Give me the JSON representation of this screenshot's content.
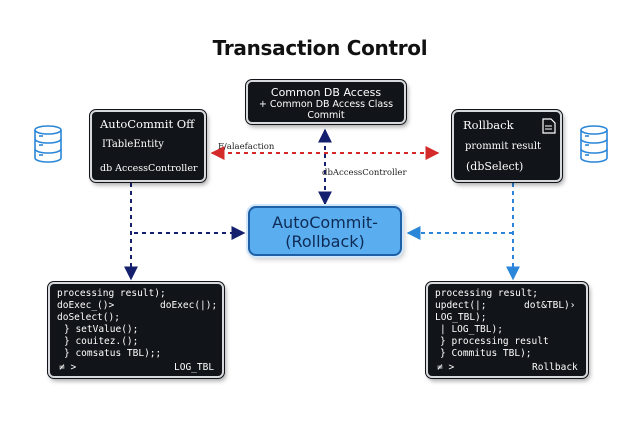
{
  "title": "Transaction Control",
  "top_box": {
    "line1": "Common DB Access",
    "line2": "+ Common DB Access Class",
    "line3": "Commit"
  },
  "left_box": {
    "line1": "AutoCommit Off",
    "line2": "ITableEntity",
    "line3": "db AccessController"
  },
  "right_box": {
    "line1": "Rollback",
    "line2": "prommit result",
    "line3": "(dbSelect)"
  },
  "center_box": {
    "line1": "AutoCommit-",
    "line2": "(Rollback)"
  },
  "labels": {
    "false_action": "F/alaefaction",
    "db_access_controller": "dbAccessController"
  },
  "bottom_left_code": {
    "lines": [
      "processing result);",
      "doExec_()>",
      "doExec(|);",
      "doSelect();",
      "}  setValue();",
      "}  couitez.();",
      "}  comsatus TBL);;",
      "≠ >",
      "LOG_TBL"
    ]
  },
  "bottom_right_code": {
    "lines": [
      "processing result;",
      "updect(|;",
      "dot&TBL)›",
      "LOG_TBL);",
      "|  LOG_TBL);",
      "}  processing result",
      "}  Commitus TBL);",
      "≠ >",
      "Rollback"
    ]
  },
  "colors": {
    "box_bg": "#111418",
    "center_fill": "#5aaef0",
    "arrow_navy": "#14206e",
    "arrow_red": "#d42a2a",
    "arrow_blue": "#2a86d8",
    "db_icon": "#2a86d8"
  },
  "icons": [
    "database-icon",
    "database-icon",
    "document-icon"
  ]
}
